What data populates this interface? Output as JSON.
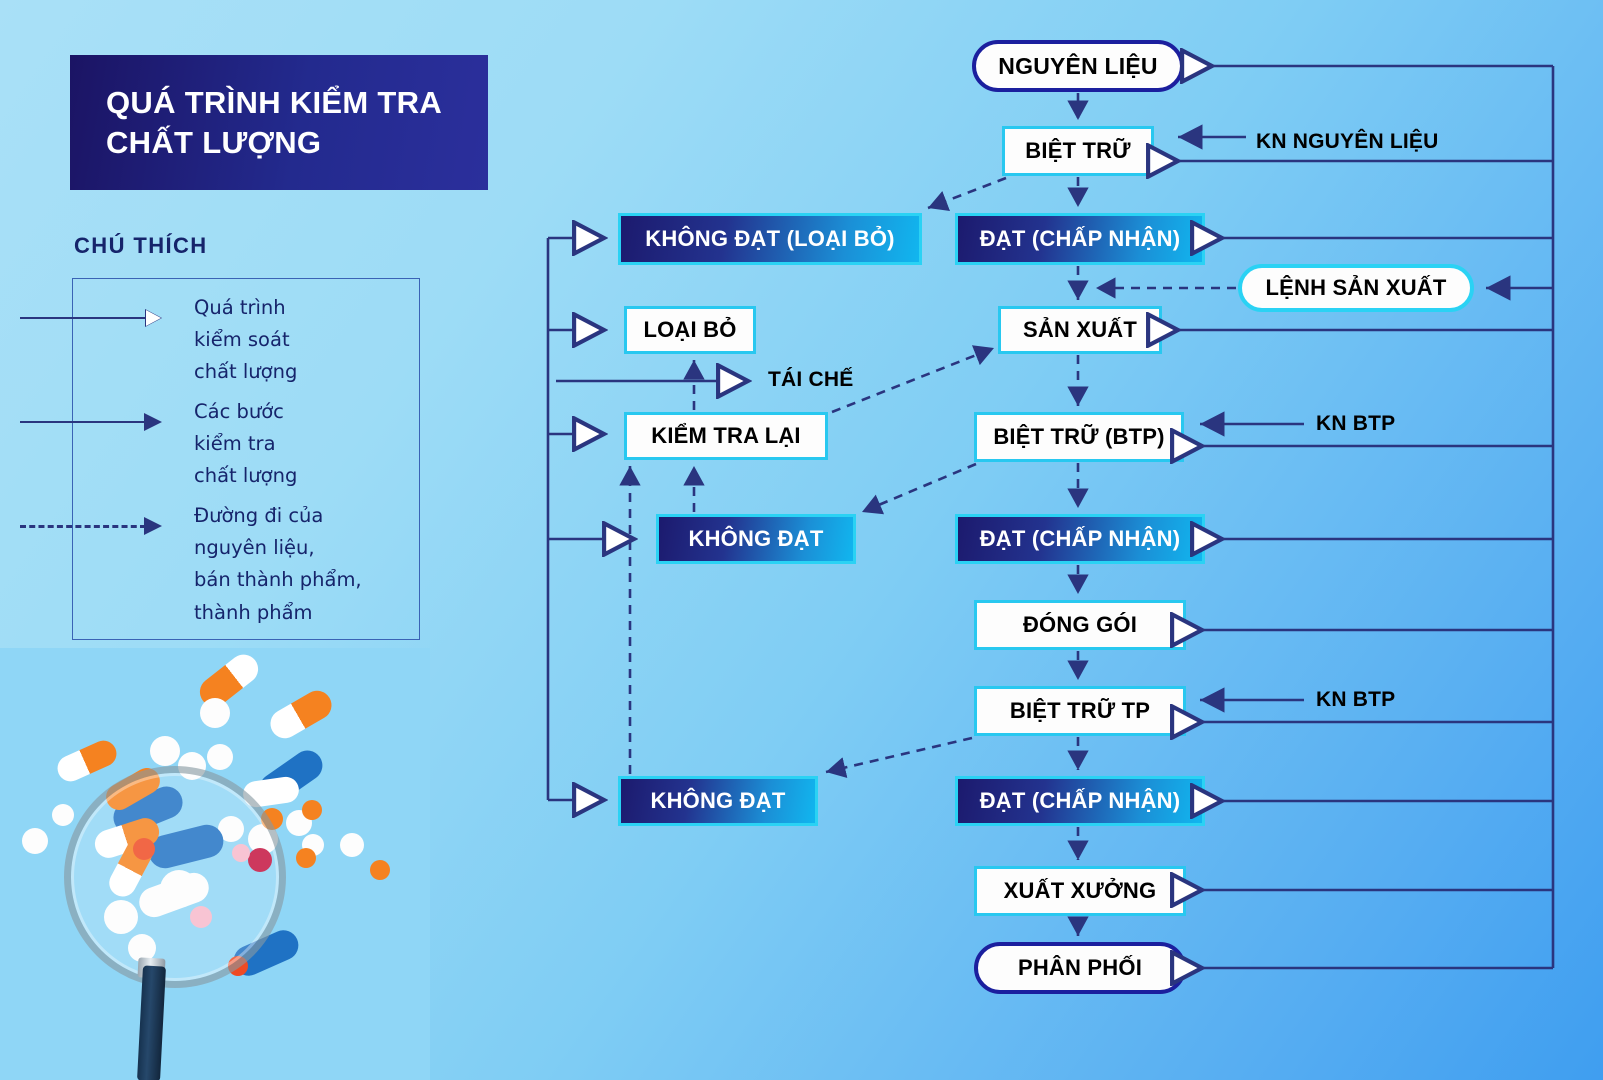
{
  "title": {
    "line1": "QUÁ TRÌNH KIỂM TRA",
    "line2": "CHẤT LƯỢNG"
  },
  "legend": {
    "heading": "CHÚ THÍCH",
    "items": [
      {
        "style": "solid-hollow-arrow",
        "text": "Quá trình\nkiểm soát\nchất lượng"
      },
      {
        "style": "solid-filled-arrow",
        "text": "Các bước\nkiểm tra\nchất lượng"
      },
      {
        "style": "dashed-filled-arrow",
        "text": "Đường đi của\nnguyên liệu,\nbán thành phẩm,\nthành phẩm"
      }
    ]
  },
  "nodes": {
    "nguyen_lieu": "NGUYÊN LIỆU",
    "biet_tru": "BIỆT TRỮ",
    "khong_dat_loai_bo": "KHÔNG ĐẠT (LOẠI BỎ)",
    "dat_chap_nhan_1": "ĐẠT (CHẤP NHẬN)",
    "loai_bo": "LOẠI BỎ",
    "san_xuat": "SẢN XUẤT",
    "lenh_san_xuat": "LỆNH SẢN XUẤT",
    "kiem_tra_lai": "KIỂM TRA LẠI",
    "biet_tru_btp": "BIỆT TRỮ (BTP)",
    "khong_dat_2": "KHÔNG ĐẠT",
    "dat_chap_nhan_2": "ĐẠT (CHẤP NHẬN)",
    "dong_goi": "ĐÓNG GÓI",
    "biet_tru_tp": "BIỆT TRỮ TP",
    "khong_dat_3": "KHÔNG ĐẠT",
    "dat_chap_nhan_3": "ĐẠT (CHẤP NHẬN)",
    "xuat_xuong": "XUẤT XƯỞNG",
    "phan_phoi": "PHÂN PHỐI"
  },
  "edge_labels": {
    "tai_che": "TÁI CHẾ",
    "kn_nguyen_lieu": "KN NGUYÊN LIỆU",
    "kn_btp_1": "KN BTP",
    "kn_btp_2": "KN BTP"
  },
  "colors": {
    "background_light": "#a9e0f7",
    "background_dark": "#3f9ef0",
    "title_block": "#1b1464",
    "node_border_cyan": "#2ad2f4",
    "node_gradient_start": "#1c1a6e",
    "node_gradient_end": "#11b6ef",
    "connector_navy": "#2a357f",
    "pill_border_navy": "#1b1f9e",
    "text_navy": "#16246b"
  }
}
